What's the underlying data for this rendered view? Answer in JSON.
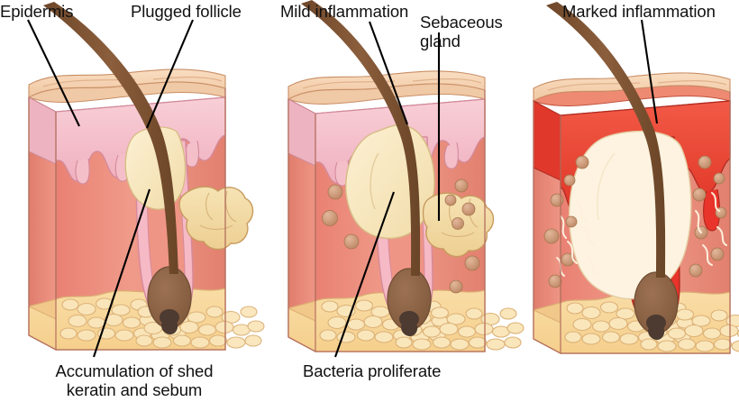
{
  "figure": {
    "title_text": "",
    "type": "medical-illustration",
    "subject": "Stages of acne formation in a hair follicle",
    "panel_count": 3
  },
  "labels": {
    "epidermis": "Epidermis",
    "plugged_follicle": "Plugged follicle",
    "mild_inflammation": "Mild inflammation",
    "sebaceous_gland_line1": "Sebaceous",
    "sebaceous_gland_line2": "gland",
    "marked_inflammation": "Marked inflammation",
    "accumulation_line1": "Accumulation of shed",
    "accumulation_line2": "keratin and sebum",
    "bacteria_proliferate": "Bacteria proliferate"
  },
  "panels": [
    {
      "name": "panel-1-plugged-follicle",
      "stage": "Plugged follicle",
      "top_labels": [
        "Epidermis",
        "Plugged follicle"
      ],
      "bottom_labels": [
        "Accumulation of shed keratin and sebum"
      ],
      "features": [
        "epidermis",
        "dermis",
        "subcutaneous-fat",
        "hair-shaft",
        "hair-follicle",
        "sebaceous-gland",
        "keratin-plug"
      ],
      "inflammation": "none"
    },
    {
      "name": "panel-2-mild-inflammation",
      "stage": "Mild inflammation",
      "top_labels": [
        "Mild inflammation",
        "Sebaceous gland"
      ],
      "bottom_labels": [
        "Bacteria proliferate"
      ],
      "features": [
        "epidermis",
        "dermis",
        "subcutaneous-fat",
        "hair-shaft",
        "hair-follicle",
        "sebaceous-gland",
        "enlarged-keratin-plug",
        "bacteria"
      ],
      "inflammation": "mild"
    },
    {
      "name": "panel-3-marked-inflammation",
      "stage": "Marked inflammation",
      "top_labels": [
        "Marked inflammation"
      ],
      "bottom_labels": [],
      "features": [
        "inflamed-epidermis",
        "dermis",
        "subcutaneous-fat",
        "hair-shaft",
        "hair-follicle",
        "large-pus-cavity",
        "bacteria",
        "inflammatory-exudate"
      ],
      "inflammation": "marked"
    }
  ],
  "colors": {
    "background": "#ffffff",
    "text": "#111111",
    "leader_line": "#000000",
    "skin_surface": "#f7d3b0",
    "skin_surface_shadow": "#eec199",
    "epidermis_pink": "#f4bfc9",
    "epidermis_pink_dark": "#e8a4b2",
    "dermis": "#ef9585",
    "dermis_dark": "#e2806f",
    "dermis_left_face": "#e98878",
    "fat_yellow": "#f7d79a",
    "fat_lobule": "#f9e2b0",
    "fat_outline": "#e0b878",
    "hair_brown": "#7b5235",
    "hair_brown_light": "#9c6b45",
    "hair_bulb": "#8a6246",
    "papilla": "#4d3a30",
    "follicle_sheath": "#f6b9c6",
    "sebaceous_gland": "#f2dba6",
    "sebaceous_gland_outline": "#c79b5e",
    "keratin_plug": "#f7e6bd",
    "keratin_plug_outline": "#d8bd85",
    "bacteria": "#c69070",
    "bacteria_highlight": "#e0b396",
    "inflamed_red": "#e8342a",
    "inflamed_red_dark": "#cf2a22",
    "exudate_white": "#fff4e4",
    "outline": "#9a6250"
  }
}
